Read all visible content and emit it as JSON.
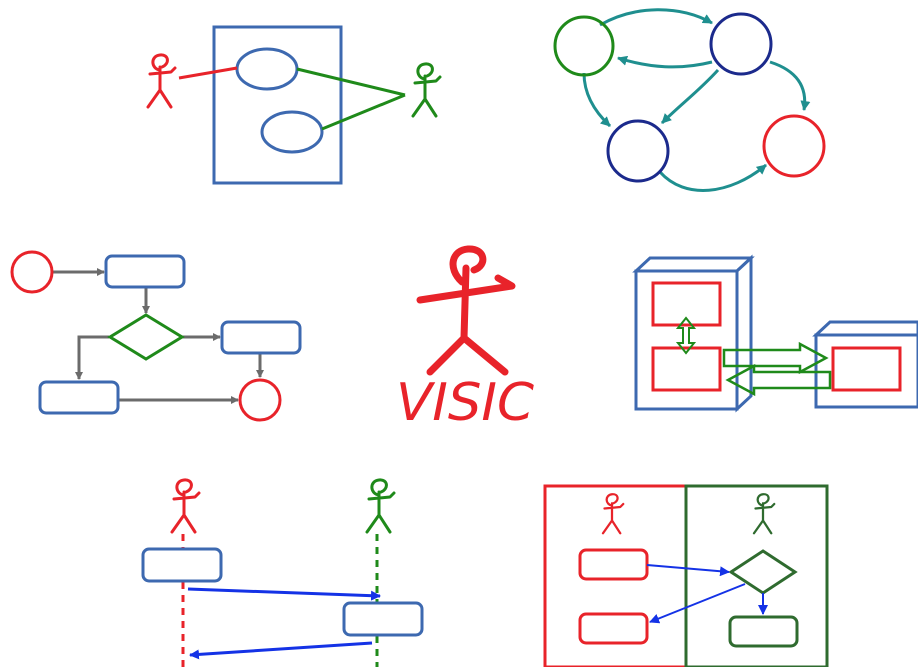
{
  "logo": {
    "text": "VISIC",
    "color": "#e8232a"
  },
  "colors": {
    "red": "#e8232a",
    "blue": "#3d69b0",
    "navy": "#1b2a8c",
    "green": "#1f8a1a",
    "dark_green": "#2f6b2f",
    "teal": "#1f8f8f",
    "gray": "#6b6b6b",
    "arrow_blue": "#1432e6"
  },
  "panels": [
    {
      "id": "use-case-diagram",
      "type": "uml-use-case"
    },
    {
      "id": "state-diagram",
      "type": "state-graph"
    },
    {
      "id": "activity-diagram",
      "type": "flowchart"
    },
    {
      "id": "logo",
      "type": "logo"
    },
    {
      "id": "deployment-diagram",
      "type": "uml-deployment"
    },
    {
      "id": "sequence-diagram",
      "type": "uml-sequence"
    },
    {
      "id": "swimlane-diagram",
      "type": "swimlane-activity"
    }
  ],
  "icons": [
    "stick-figure-icon"
  ]
}
